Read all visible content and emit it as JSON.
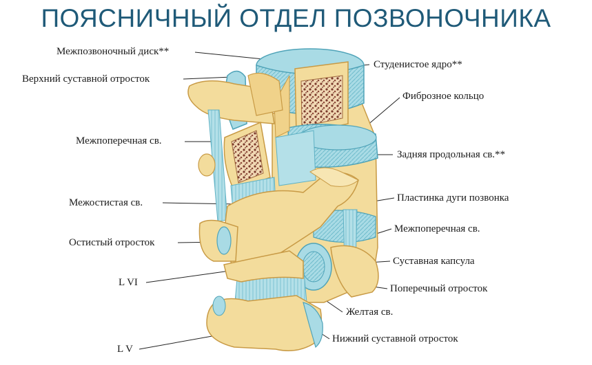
{
  "title": "ПОЯСНИЧНЫЙ ОТДЕЛ ПОЗВОНОЧНИКА",
  "labels": {
    "intervertebral_disc": "Межпозвоночный диск**",
    "superior_articular_process": "Верхний суставной отросток",
    "intertransverse_lig_left": "Межпоперечная св.",
    "interspinous_lig": "Межостистая св.",
    "spinous_process": "Остистый отросток",
    "l_vi": "L VI",
    "l_v": "L V",
    "nucleus_pulposus": "Студенистое ядро**",
    "annulus_fibrosus": "Фиброзное кольцо",
    "posterior_longitudinal_lig": "Задняя продольная св.**",
    "lamina": "Пластинка дуги позвонка",
    "intertransverse_lig_right": "Межпоперечная св.",
    "joint_capsule": "Суставная капсула",
    "transverse_process": "Поперечный отросток",
    "ligamentum_flavum": "Желтая св.",
    "inferior_articular_process": "Нижний суставной отросток"
  },
  "colors": {
    "title": "#1f5a78",
    "bone": "#f3dc9c",
    "bone_shadow": "#d9b560",
    "ligament": "#a9dbe5",
    "ligament_dark": "#5fb1c4",
    "cancellous": "#7a3a2c",
    "leader": "#222222"
  }
}
